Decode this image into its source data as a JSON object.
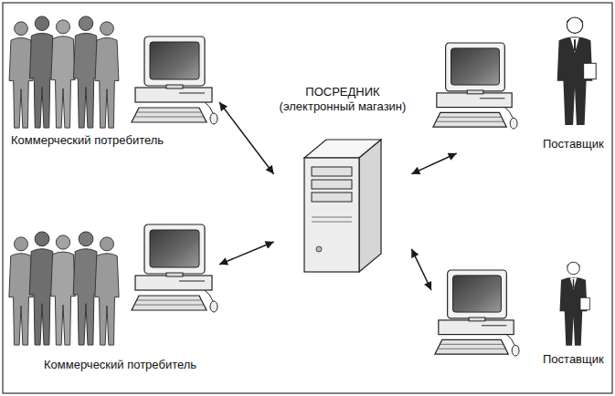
{
  "diagram": {
    "nodes": [
      {
        "text": [
          "Коммерческий потребитель"
        ]
      },
      {
        "text": [
          "Поставщик"
        ]
      },
      {
        "text": [
          "ПОСРЕДНИК",
          "(электронный магазин)"
        ]
      },
      {
        "text": [
          "Коммерческий потребитель"
        ]
      },
      {
        "text": [
          "Поставщик"
        ]
      }
    ],
    "edges": [
      {
        "from": 2,
        "to": 0,
        "arrow": "both"
      },
      {
        "from": 2,
        "to": 1,
        "arrow": "both"
      },
      {
        "from": 2,
        "to": 3,
        "arrow": "both"
      },
      {
        "from": 2,
        "to": 4,
        "arrow": "both"
      }
    ]
  }
}
